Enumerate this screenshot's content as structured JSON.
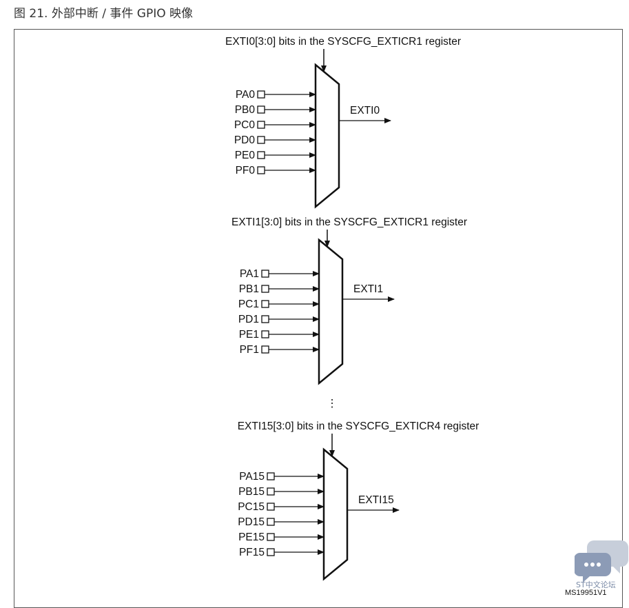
{
  "caption": "图 21. 外部中断 / 事件 GPIO 映像",
  "blocks": [
    {
      "register_label": "EXTI0[3:0] bits in the SYSCFG_EXTICR1 register",
      "inputs": [
        "PA0",
        "PB0",
        "PC0",
        "PD0",
        "PE0",
        "PF0"
      ],
      "output": "EXTI0"
    },
    {
      "register_label": "EXTI1[3:0] bits in the SYSCFG_EXTICR1 register",
      "inputs": [
        "PA1",
        "PB1",
        "PC1",
        "PD1",
        "PE1",
        "PF1"
      ],
      "output": "EXTI1"
    },
    {
      "register_label": "EXTI15[3:0] bits in the SYSCFG_EXTICR4 register",
      "inputs": [
        "PA15",
        "PB15",
        "PC15",
        "PD15",
        "PE15",
        "PF15"
      ],
      "output": "EXTI15"
    }
  ],
  "ellipsis": "⋮",
  "watermark_text": "ST中文论坛",
  "doc_id": "MS19951V1",
  "colors": {
    "line": "#111111",
    "watermark": "#9aa8c0"
  }
}
